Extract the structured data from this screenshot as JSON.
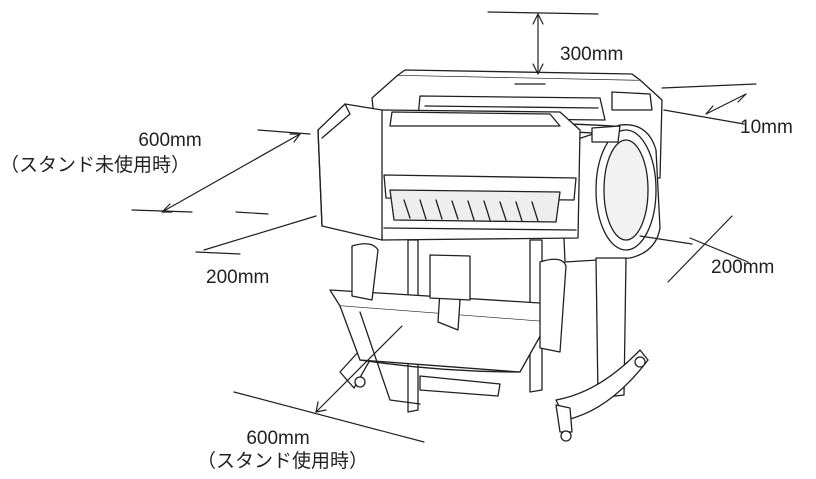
{
  "diagram": {
    "clearances": {
      "top": "300mm",
      "rear": "10mm",
      "right_side": "200mm",
      "left_side": "200mm",
      "back_without_stand_value": "600mm",
      "back_without_stand_note": "（スタンド未使用時）",
      "front_with_stand_value": "600mm",
      "front_with_stand_note": "（スタンド使用時）"
    },
    "colors": {
      "line": "#231f20",
      "body": "#ffffff",
      "shade": "#d9d9d9"
    }
  }
}
